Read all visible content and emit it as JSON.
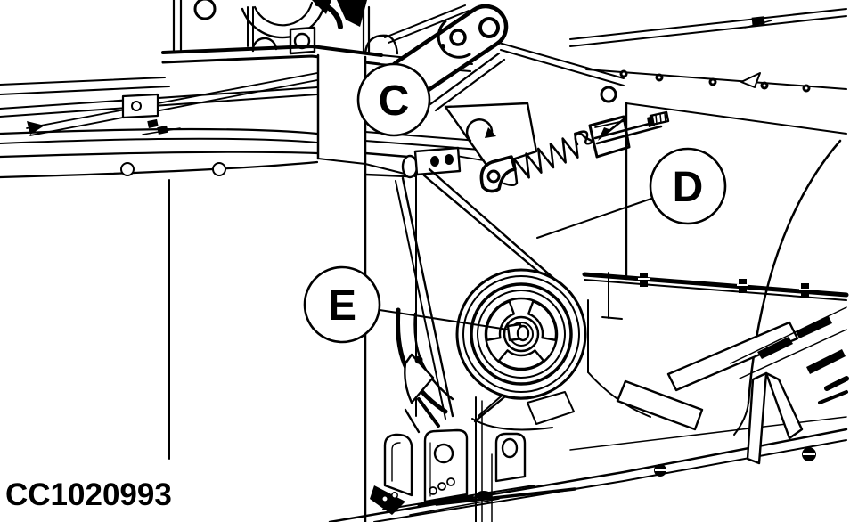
{
  "diagram": {
    "figure_code": "CC1020993",
    "callouts": [
      {
        "id": "C",
        "label": "C"
      },
      {
        "id": "D",
        "label": "D"
      },
      {
        "id": "E",
        "label": "E"
      }
    ],
    "colors": {
      "line": "#000000",
      "background": "#ffffff"
    }
  }
}
